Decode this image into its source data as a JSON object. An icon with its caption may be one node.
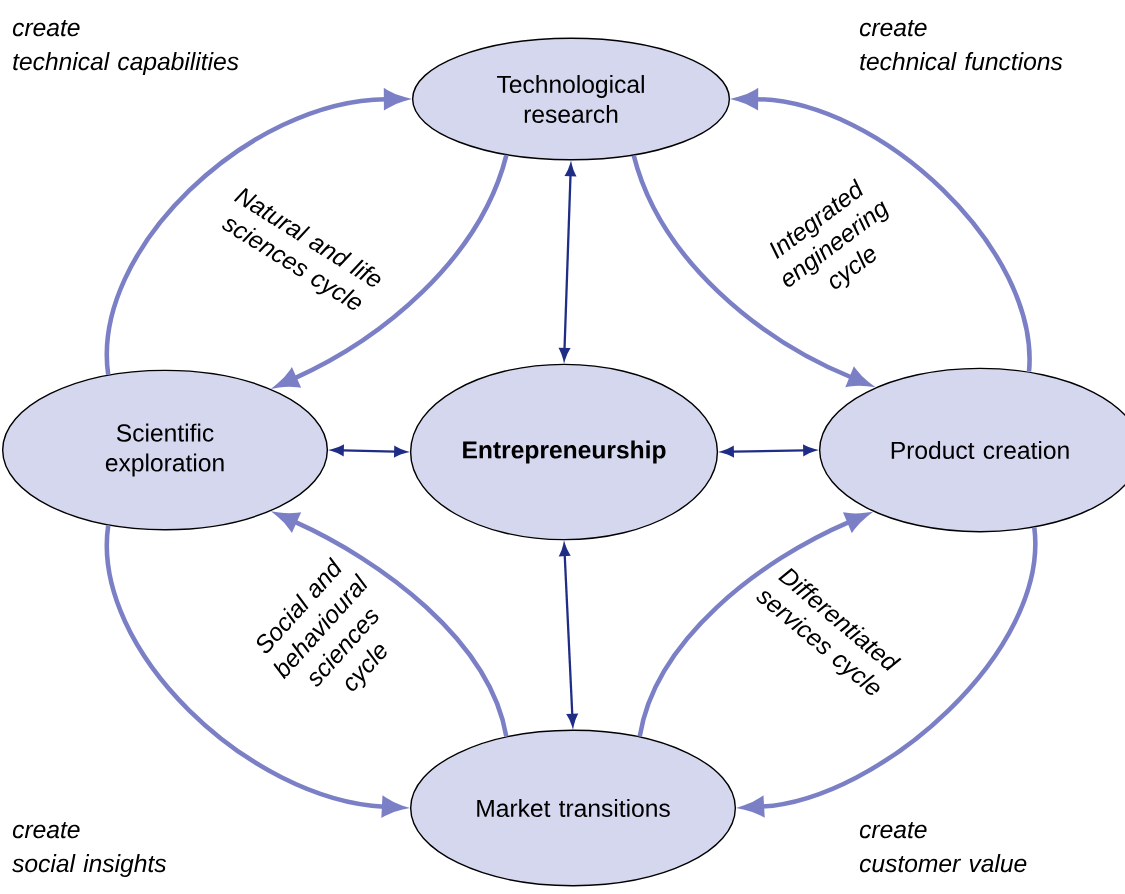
{
  "diagram": {
    "nodes": [
      {
        "text": [
          "Technological research"
        ]
      },
      {
        "text": [
          "Scientific exploration"
        ]
      },
      {
        "text": [
          "Entrepreneurship"
        ]
      },
      {
        "text": [
          "Product creation"
        ]
      },
      {
        "text": [
          "Market transitions"
        ]
      }
    ],
    "edges": [
      {
        "from": 2,
        "to": 0,
        "arrow": "both",
        "color": "#1f2d86"
      },
      {
        "from": 2,
        "to": 1,
        "arrow": "both",
        "color": "#1f2d86"
      },
      {
        "from": 2,
        "to": 3,
        "arrow": "both",
        "color": "#1f2d86"
      },
      {
        "from": 2,
        "to": 4,
        "arrow": "both",
        "color": "#1f2d86"
      },
      {
        "from": 1,
        "to": 0,
        "arrow": "to"
      },
      {
        "from": 0,
        "to": 1,
        "arrow": "to"
      },
      {
        "from": 3,
        "to": 0,
        "arrow": "to"
      },
      {
        "from": 0,
        "to": 3,
        "arrow": "to"
      },
      {
        "from": 1,
        "to": 4,
        "arrow": "to"
      },
      {
        "from": 4,
        "to": 1,
        "arrow": "to"
      },
      {
        "from": 4,
        "to": 3,
        "arrow": "to"
      },
      {
        "from": 3,
        "to": 4,
        "arrow": "to"
      }
    ],
    "labels": [
      "create",
      "technical capabilities",
      "create",
      "technical functions",
      "Natural and life sciences cycle",
      "Integrated engineering cycle",
      "Social and behavioural sciences cycle",
      "Differentiated services cycle",
      "create",
      "social insights",
      "create",
      "customer value"
    ]
  }
}
